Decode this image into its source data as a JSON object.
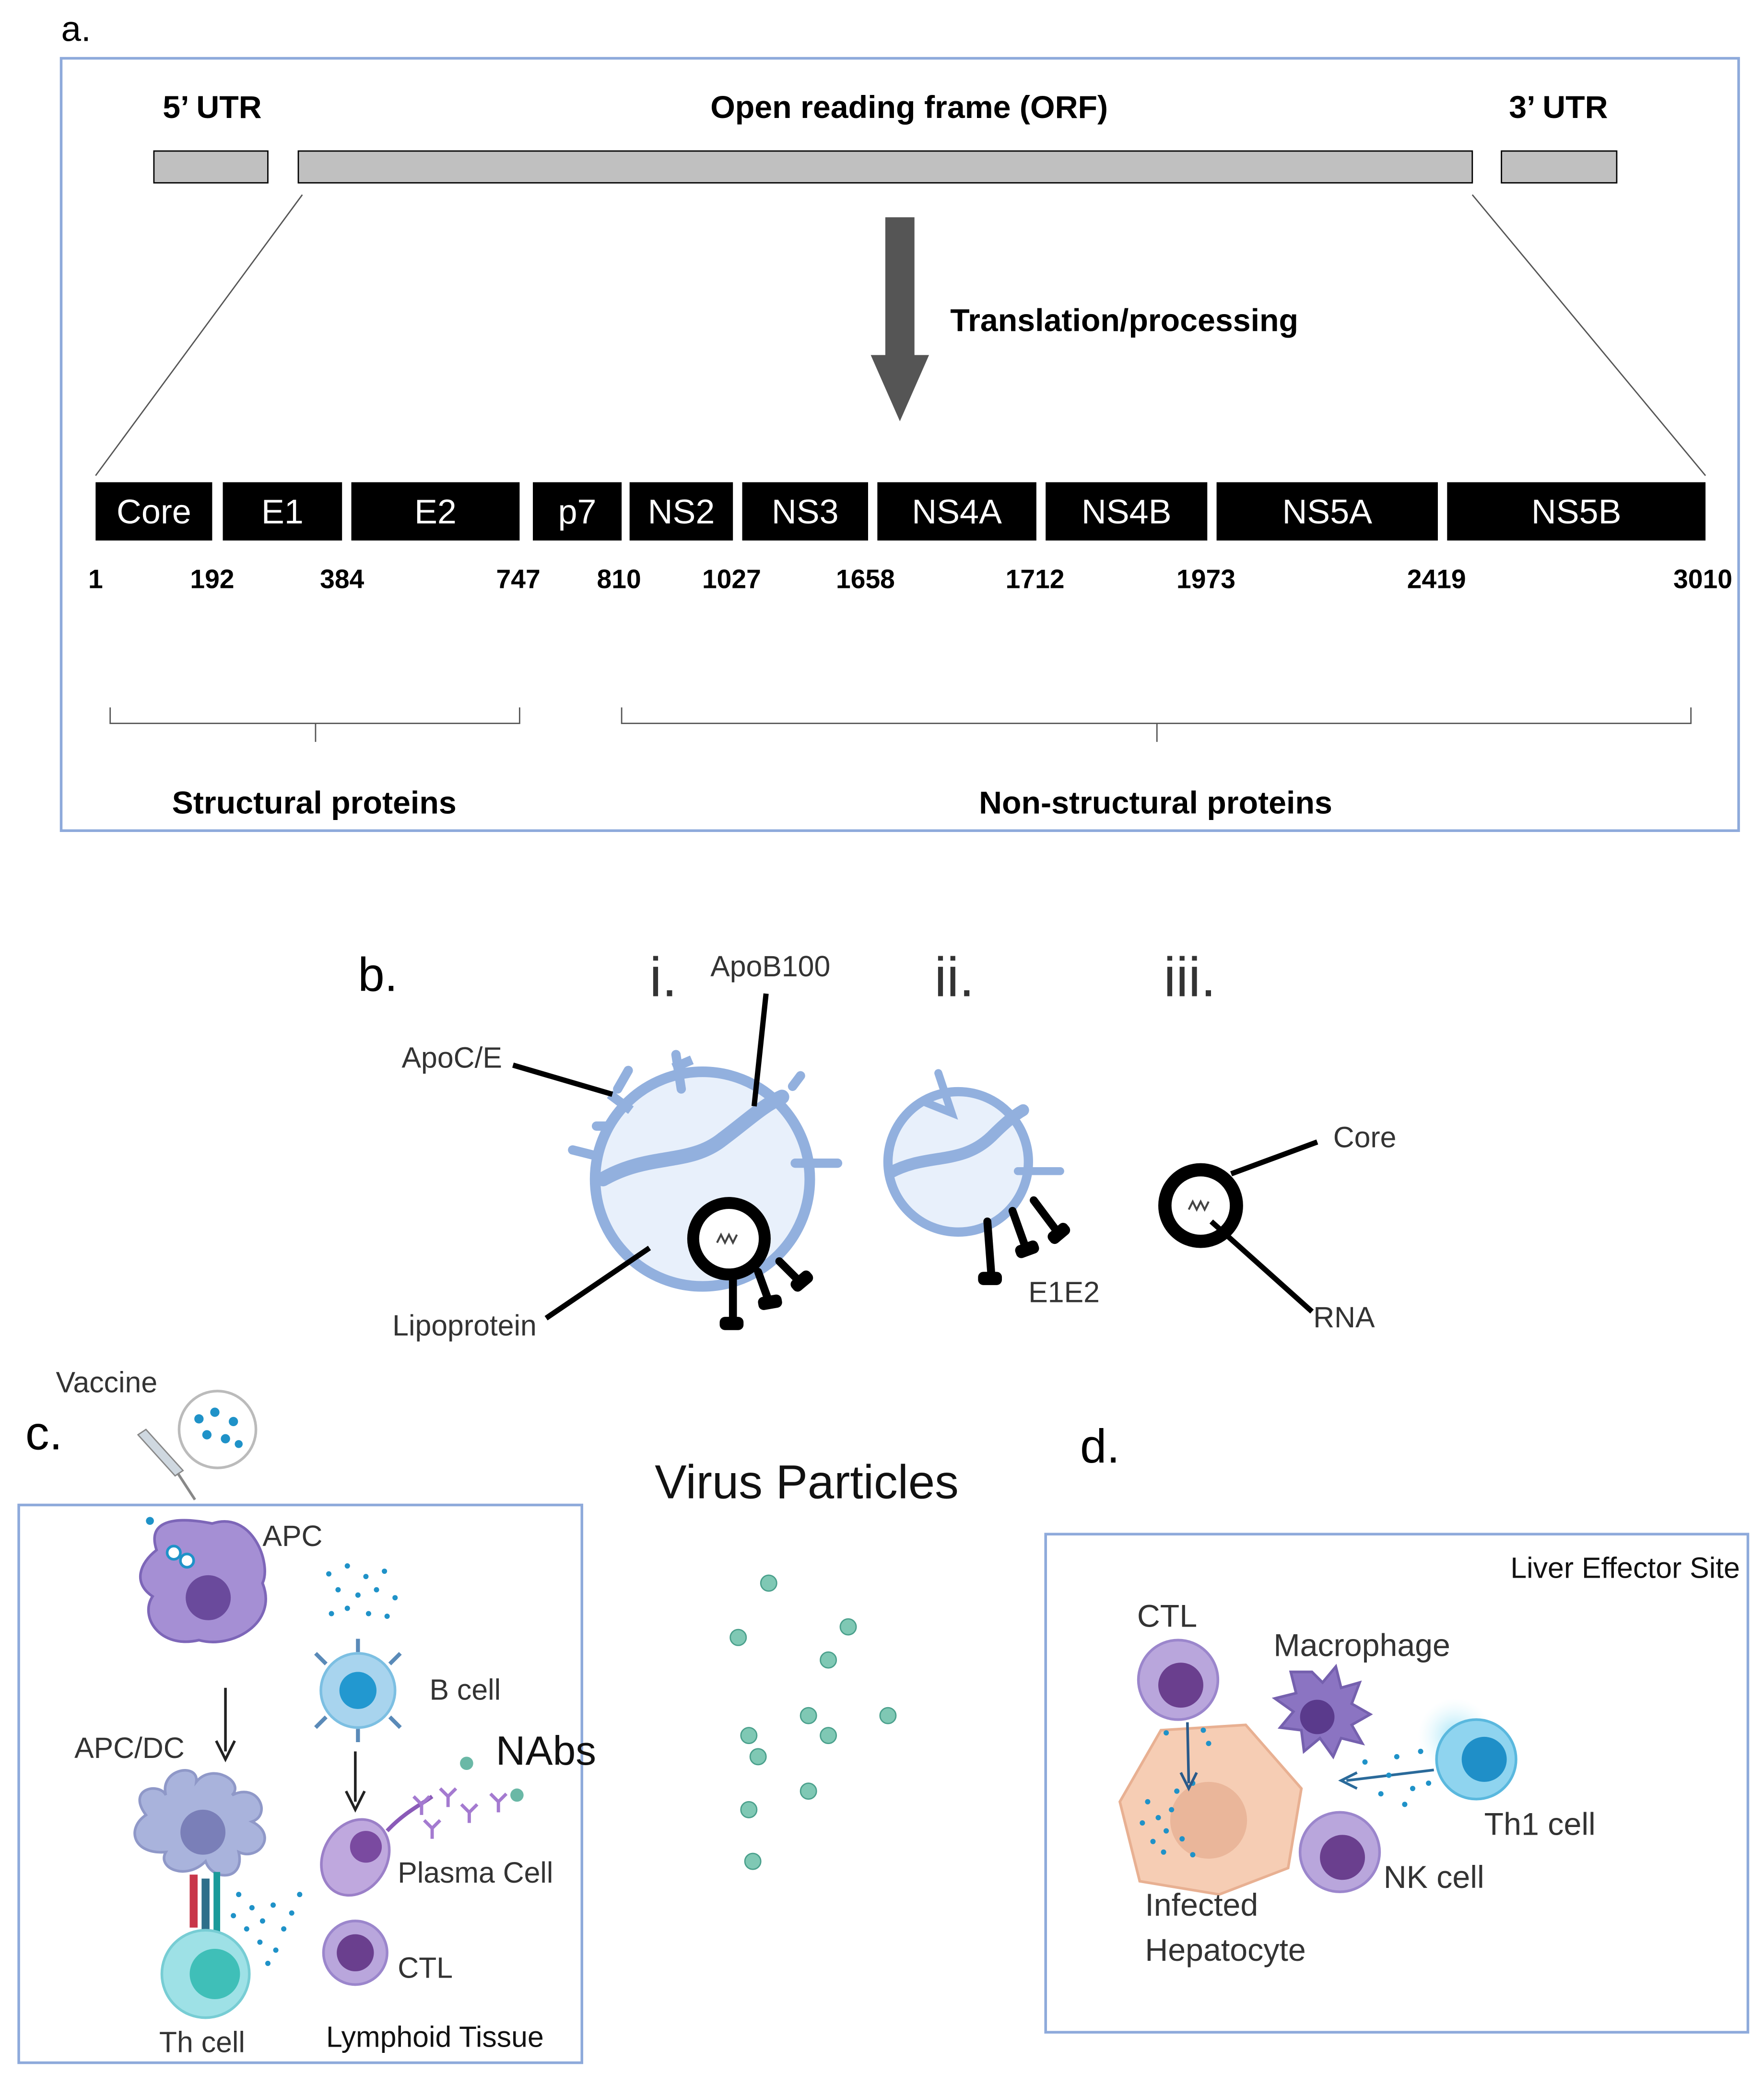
{
  "panel_a": {
    "letter": "a.",
    "utr5": "5’ UTR",
    "orf": "Open reading frame (ORF)",
    "utr3": "3’ UTR",
    "translation": "Translation/processing",
    "proteins": [
      "Core",
      "E1",
      "E2",
      "p7",
      "NS2",
      "NS3",
      "NS4A",
      "NS4B",
      "NS5A",
      "NS5B"
    ],
    "positions": [
      "1",
      "192",
      "384",
      "747",
      "810",
      "1027",
      "1658",
      "1712",
      "1973",
      "2419",
      "3010"
    ],
    "structural": "Structural proteins",
    "nonstructural": "Non-structural proteins"
  },
  "panel_b": {
    "letter": "b.",
    "numerals": [
      "i.",
      "ii.",
      "iii."
    ],
    "labels": {
      "apob100": "ApoB100",
      "apoce": "ApoC/E",
      "lipoprotein": "Lipoprotein",
      "e1e2": "E1E2",
      "core": "Core",
      "rna": "RNA"
    }
  },
  "panel_c": {
    "letter": "c.",
    "vaccine": "Vaccine",
    "apc": "APC",
    "bcell": "B cell",
    "apcdc": "APC/DC",
    "nabs": "NAbs",
    "plasma": "Plasma Cell",
    "ctl": "CTL",
    "th": "Th cell",
    "lymphoid": "Lymphoid Tissue"
  },
  "virus_particles": "Virus Particles",
  "panel_d": {
    "letter": "d.",
    "site": "Liver Effector Site",
    "ctl": "CTL",
    "macrophage": "Macrophage",
    "th1": "Th1 cell",
    "nk": "NK cell",
    "hepatocyte_line1": "Infected",
    "hepatocyte_line2": "Hepatocyte"
  },
  "colors": {
    "frame": "#8eaadb",
    "bar_gray": "#c0c0c0",
    "protein_black": "#000000",
    "virion_blue": "#92b0de",
    "virion_fill": "#e8f0fb",
    "virus_green": "#6ab8a6",
    "purple": "#8b74c2",
    "teal": "#2aa9c9",
    "hepatocyte": "#f6cdb4"
  }
}
